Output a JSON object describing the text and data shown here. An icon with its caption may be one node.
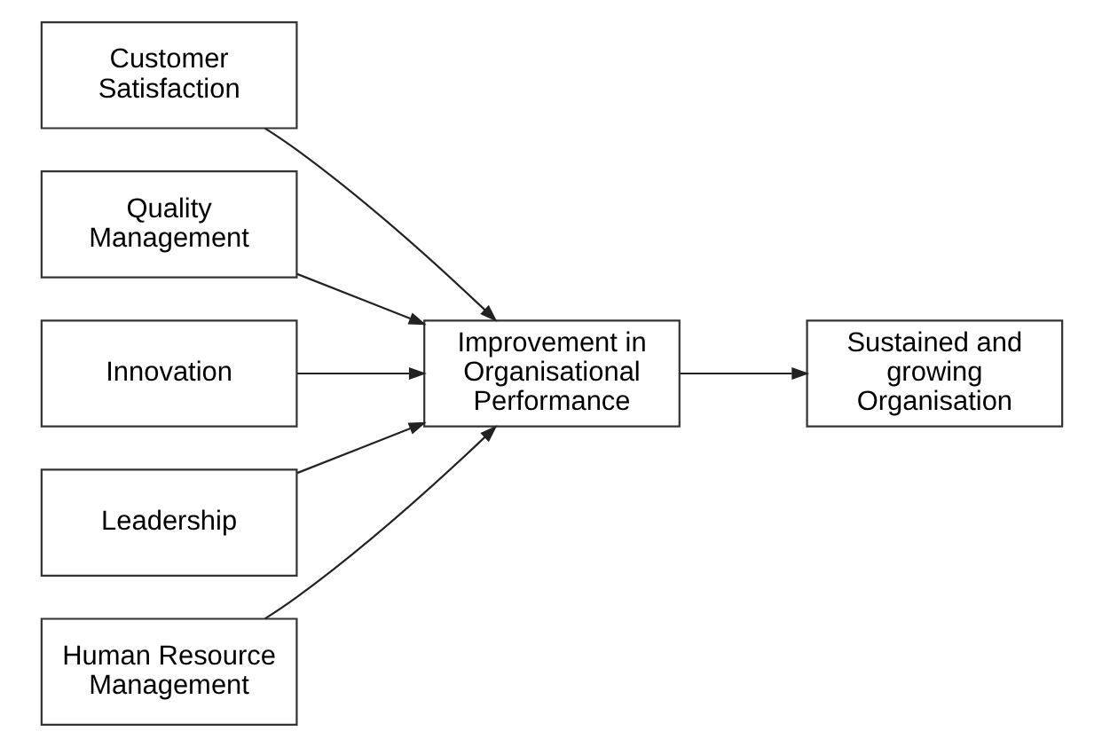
{
  "diagram": {
    "nodes": [
      {
        "text": [
          "Customer Satisfaction"
        ]
      },
      {
        "text": [
          "Quality Management"
        ]
      },
      {
        "text": [
          "Innovation"
        ]
      },
      {
        "text": [
          "Leadership"
        ]
      },
      {
        "text": [
          "Human Resource Management"
        ]
      },
      {
        "text": [
          "Improvement in Organisational Performance"
        ]
      },
      {
        "text": [
          "Sustained and growing Organisation"
        ]
      }
    ],
    "edges": [
      {
        "from": 0,
        "to": 5,
        "arrow": "to"
      },
      {
        "from": 1,
        "to": 5,
        "arrow": "to"
      },
      {
        "from": 2,
        "to": 5,
        "arrow": "to"
      },
      {
        "from": 3,
        "to": 5,
        "arrow": "to"
      },
      {
        "from": 4,
        "to": 5,
        "arrow": "to"
      },
      {
        "from": 5,
        "to": 6,
        "arrow": "to"
      }
    ]
  }
}
